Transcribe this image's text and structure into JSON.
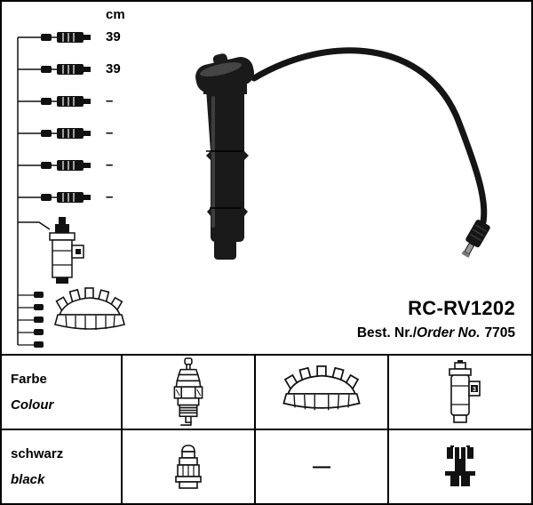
{
  "schematic": {
    "unit_label": "cm",
    "cable_lengths": [
      "39",
      "39",
      "–",
      "–",
      "–",
      "–"
    ]
  },
  "product": {
    "part_number": "RC-RV1202",
    "best_label": "Best. Nr.",
    "separator": "/",
    "order_label": "Order No.",
    "order_number": "7705"
  },
  "table": {
    "color_label_de": "Farbe",
    "color_label_en": "Colour",
    "color_value_de": "schwarz",
    "color_value_en": "black",
    "dash": "—",
    "coil_badge": "3"
  },
  "icons": {
    "cable_connector": "cable-connector-icon",
    "ignition_coil_drawing": "ignition-coil-drawing",
    "distributor_cap_drawing": "distributor-cap-drawing",
    "spark_plug": "spark-plug-icon",
    "distributor_cap": "distributor-cap-icon",
    "ignition_coil": "ignition-coil-icon",
    "plug_connector": "plug-connector-icon",
    "coil_connector": "coil-connector-icon"
  },
  "colors": {
    "ink": "#000000",
    "background": "#ffffff",
    "cable_black": "#1a1a1a"
  }
}
